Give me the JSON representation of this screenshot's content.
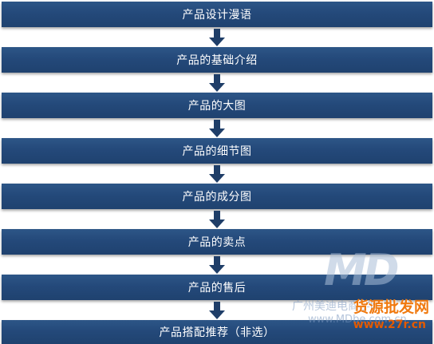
{
  "flow": {
    "steps": [
      {
        "label": "产品设计漫语"
      },
      {
        "label": "产品的基础介绍"
      },
      {
        "label": "产品的大图"
      },
      {
        "label": "产品的细节图"
      },
      {
        "label": "产品的成分图"
      },
      {
        "label": "产品的卖点"
      },
      {
        "label": "产品的售后"
      },
      {
        "label": "产品搭配推荐（非选）"
      }
    ]
  },
  "watermark": {
    "logo": "MD",
    "text": "广州美迪电商学院",
    "url": "www.MDbe.com.cn"
  },
  "site_badge": {
    "text": "货源批发网",
    "url": "www.27r.cn"
  }
}
